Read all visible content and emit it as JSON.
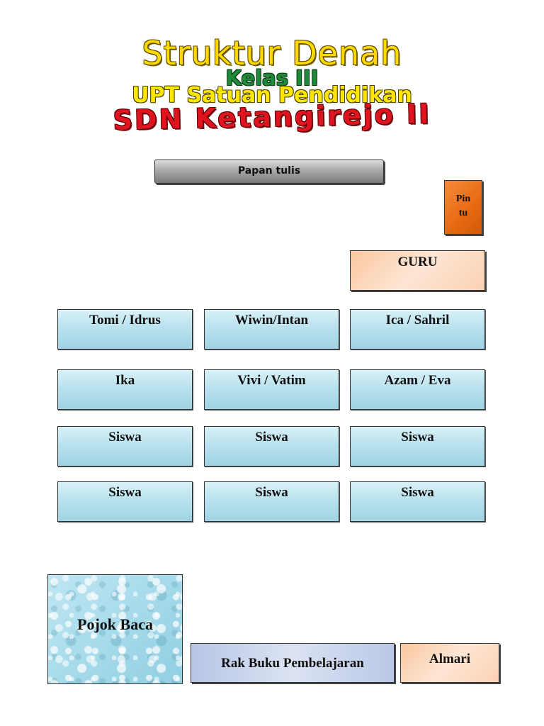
{
  "title": {
    "line1": "Struktur Denah",
    "line2": "Kelas III",
    "line3": "UPT Satuan Pendidikan",
    "line4": "SDN Ketangirejo II"
  },
  "board_label": "Papan tulis",
  "door_label_1": "Pin",
  "door_label_2": "tu",
  "teacher_desk_label": "GURU",
  "desks": [
    [
      "Tomi / Idrus",
      "Wiwin/Intan",
      "Ica / Sahril"
    ],
    [
      "Ika",
      "Vivi / Vatim",
      "Azam / Eva"
    ],
    [
      "Siswa",
      "Siswa",
      "Siswa"
    ],
    [
      "Siswa",
      "Siswa",
      "Siswa"
    ]
  ],
  "reading_corner_label": "Pojok Baca",
  "bookshelf_label": "Rak Buku Pembelajaran",
  "cupboard_label": "Almari",
  "colors": {
    "title_line1": "#ffd800",
    "title_line2": "#1f8a3a",
    "title_line3": "#ffe600",
    "title_line4": "#e0141e",
    "door": "#e76a12",
    "teacher_desk": "#fbd1b3",
    "student_desk": "#b9e2ee",
    "bookshelf": "#c6d3ec"
  }
}
